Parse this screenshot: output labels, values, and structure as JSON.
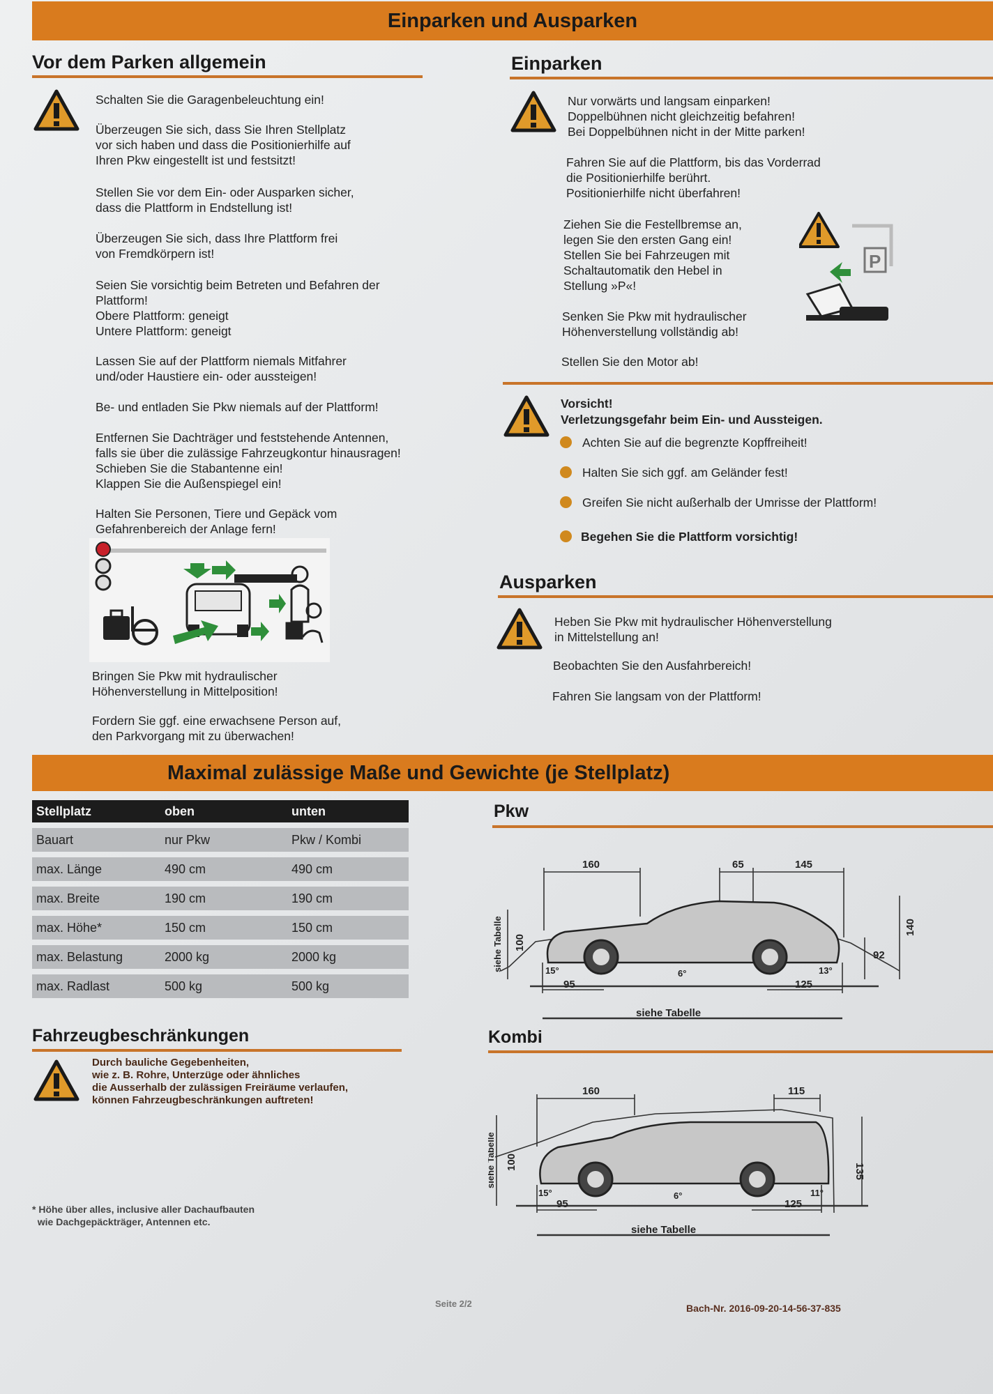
{
  "header": {
    "title": "Einparken und Ausparken"
  },
  "vor_dem_parken": {
    "heading": "Vor dem Parken allgemein",
    "paragraphs": [
      "Schalten Sie die Garagenbeleuchtung ein!",
      "Überzeugen Sie sich, dass Sie Ihren Stellplatz\nvor sich haben und dass die Positionierhilfe auf\nIhren Pkw eingestellt ist und festsitzt!",
      "Stellen Sie vor dem Ein- oder Ausparken sicher,\ndass die Plattform in Endstellung ist!",
      "Überzeugen Sie sich, dass Ihre Plattform frei\nvon Fremdkörpern ist!",
      "Seien Sie vorsichtig beim Betreten und Befahren der\nPlattform!\nObere Plattform: geneigt\nUntere Plattform: geneigt",
      "Lassen Sie auf der Plattform niemals Mitfahrer\nund/oder Haustiere ein- oder aussteigen!",
      "Be- und entladen Sie Pkw niemals auf der Plattform!",
      "Entfernen Sie Dachträger und feststehende Antennen,\nfalls sie über die zulässige Fahrzeugkontur hinausragen!\nSchieben Sie die Stabantenne ein!\nKlappen Sie die Außenspiegel ein!",
      "Halten Sie Personen, Tiere und Gepäck vom\nGefahrenbereich der Anlage fern!"
    ],
    "after_image": [
      "Bringen Sie Pkw mit hydraulischer\nHöhenverstellung in Mittelposition!",
      "Fordern Sie ggf. eine erwachsene Person auf,\nden Parkvorgang mit zu überwachen!"
    ]
  },
  "einparken": {
    "heading": "Einparken",
    "paragraphs": [
      "Nur vorwärts und langsam einparken!\nDoppelbühnen nicht gleichzeitig befahren!\nBei Doppelbühnen nicht in der Mitte parken!",
      "Fahren Sie auf die Plattform, bis das Vorderrad\ndie Positionierhilfe berührt.\nPositionierhilfe nicht überfahren!",
      "Ziehen Sie die Festellbremse an,\nlegen Sie den ersten Gang ein!\nStellen Sie bei Fahrzeugen mit\nSchaltautomatik den Hebel in\nStellung »P«!",
      "Senken Sie Pkw mit hydraulischer\nHöhenverstellung vollständig ab!",
      "Stellen Sie den Motor ab!"
    ]
  },
  "vorsicht": {
    "title": "Vorsicht!",
    "subtitle": "Verletzungsgefahr beim Ein- und Aussteigen.",
    "bullets": [
      "Achten Sie auf die begrenzte Kopffreiheit!",
      "Halten Sie sich ggf. am Geländer fest!",
      "Greifen Sie nicht außerhalb der Umrisse der Plattform!",
      "Begehen Sie die Plattform vorsichtig!"
    ]
  },
  "ausparken": {
    "heading": "Ausparken",
    "paragraphs": [
      "Heben Sie Pkw mit hydraulischer Höhenverstellung\nin Mittelstellung an!",
      "Beobachten Sie den Ausfahrbereich!",
      "Fahren Sie langsam von der Plattform!"
    ]
  },
  "masse": {
    "title": "Maximal zulässige Maße und Gewichte (je Stellplatz)",
    "table_header": [
      "Stellplatz",
      "oben",
      "unten"
    ],
    "table_rows": [
      [
        "Bauart",
        "nur Pkw",
        "Pkw / Kombi"
      ],
      [
        "max. Länge",
        "490 cm",
        "490 cm"
      ],
      [
        "max. Breite",
        "190 cm",
        "190 cm"
      ],
      [
        "max. Höhe*",
        "150 cm",
        "150 cm"
      ],
      [
        "max. Belastung",
        "2000 kg",
        "2000 kg"
      ],
      [
        "max. Radlast",
        "500 kg",
        "500 kg"
      ]
    ]
  },
  "beschraenkungen": {
    "heading": "Fahrzeugbeschränkungen",
    "text": "Durch bauliche Gegebenheiten,\nwie z. B. Rohre, Unterzüge oder ähnliches\ndie Ausserhalb der zulässigen Freiräume verlaufen,\nkönnen Fahrzeugbeschränkungen auftreten!",
    "footnote": "* Höhe über alles, inclusive aller Dachaufbauten\n  wie Dachgepäckträger, Antennen etc."
  },
  "pkw": {
    "heading": "Pkw",
    "dims": {
      "d160": "160",
      "d65": "65",
      "d145": "145",
      "d100": "100",
      "d92": "92",
      "d140": "140",
      "d15": "15°",
      "d6": "6°",
      "d13": "13°",
      "d95": "95",
      "d125": "125",
      "side": "siehe Tabelle",
      "bottom": "siehe Tabelle"
    }
  },
  "kombi": {
    "heading": "Kombi",
    "dims": {
      "d160": "160",
      "d115": "115",
      "d100": "100",
      "d135": "135",
      "d15": "15°",
      "d6": "6°",
      "d11": "11°",
      "d95": "95",
      "d125": "125",
      "side": "siehe Tabelle",
      "bottom": "siehe Tabelle"
    }
  },
  "footer": {
    "page": "Seite 2/2",
    "id": "Bach-Nr. 2016-09-20-14-56-37-835"
  },
  "colors": {
    "accent": "#d97b1e",
    "table_dark": "#1c1c1c",
    "table_row": "#b9bbbe"
  }
}
